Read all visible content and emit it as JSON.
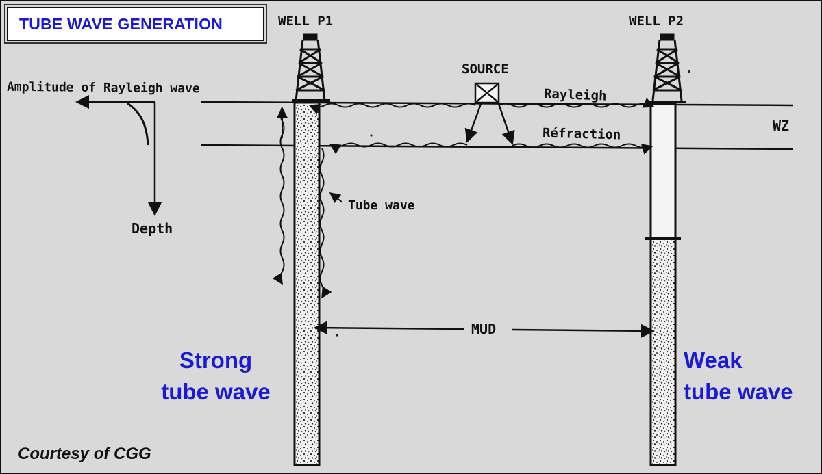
{
  "title": "TUBE WAVE GENERATION",
  "labels": {
    "well_p1": "WELL P1",
    "well_p2": "WELL P2",
    "source": "SOURCE",
    "rayleigh": "Rayleigh",
    "refraction": "Réfraction",
    "wz": "WZ",
    "amplitude": "Amplitude of Rayleigh wave",
    "depth": "Depth",
    "tube_wave": "Tube wave",
    "mud": "MUD"
  },
  "annotations": {
    "strong": [
      "Strong",
      "tube wave"
    ],
    "weak": [
      "Weak",
      "tube wave"
    ],
    "courtesy": "Courtesy of CGG"
  },
  "colors": {
    "background": "#d9d9d9",
    "ink": "#111111",
    "annotation_blue": "#1a1ad6",
    "title_box": "#ffffff"
  }
}
